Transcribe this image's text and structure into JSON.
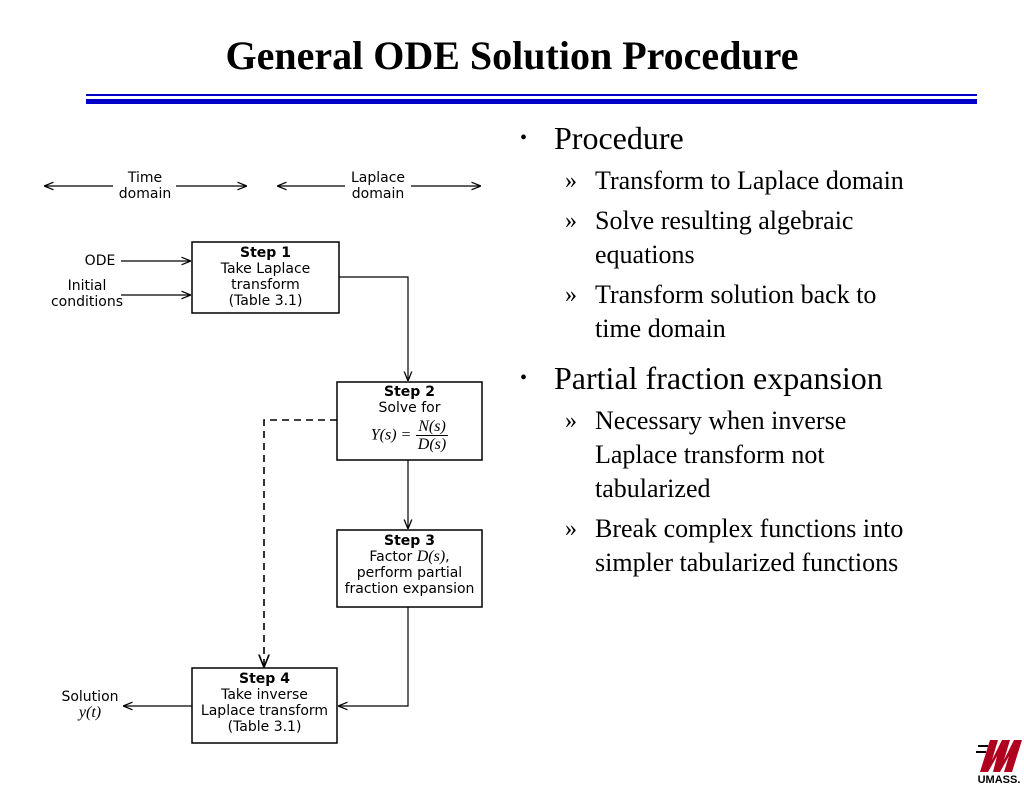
{
  "title": "General ODE Solution Procedure",
  "diagram": {
    "time_domain": [
      "Time",
      "domain"
    ],
    "laplace_domain": [
      "Laplace",
      "domain"
    ],
    "inputs": {
      "ode": "ODE",
      "initial": [
        "Initial",
        "conditions"
      ]
    },
    "steps": [
      {
        "heading": "Step 1",
        "lines": [
          "Take Laplace",
          "transform",
          "(Table 3.1)"
        ]
      },
      {
        "heading": "Step 2",
        "lines": [
          "Solve for"
        ],
        "equation": {
          "lhs": "Y(s) =",
          "num": "N(s)",
          "den": "D(s)"
        }
      },
      {
        "heading": "Step 3",
        "lines": [
          "Factor ",
          "D(s)",
          ",",
          "perform partial",
          "fraction expansion"
        ]
      },
      {
        "heading": "Step 4",
        "lines": [
          "Take inverse",
          "Laplace transform",
          "(Table 3.1)"
        ]
      }
    ],
    "output": {
      "label": "Solution",
      "value": "y(t)"
    }
  },
  "bullets": [
    {
      "text": "Procedure",
      "sub": [
        "Transform to Laplace domain",
        "Solve resulting algebraic equations",
        "Transform solution back to time domain"
      ]
    },
    {
      "text": "Partial fraction expansion",
      "sub": [
        "Necessary when inverse Laplace transform not tabularized",
        "Break complex functions into simpler tabularized functions"
      ]
    }
  ],
  "logo": {
    "text": "UMASS."
  },
  "colors": {
    "rule": "#0000c8",
    "logo": "#b00020"
  }
}
